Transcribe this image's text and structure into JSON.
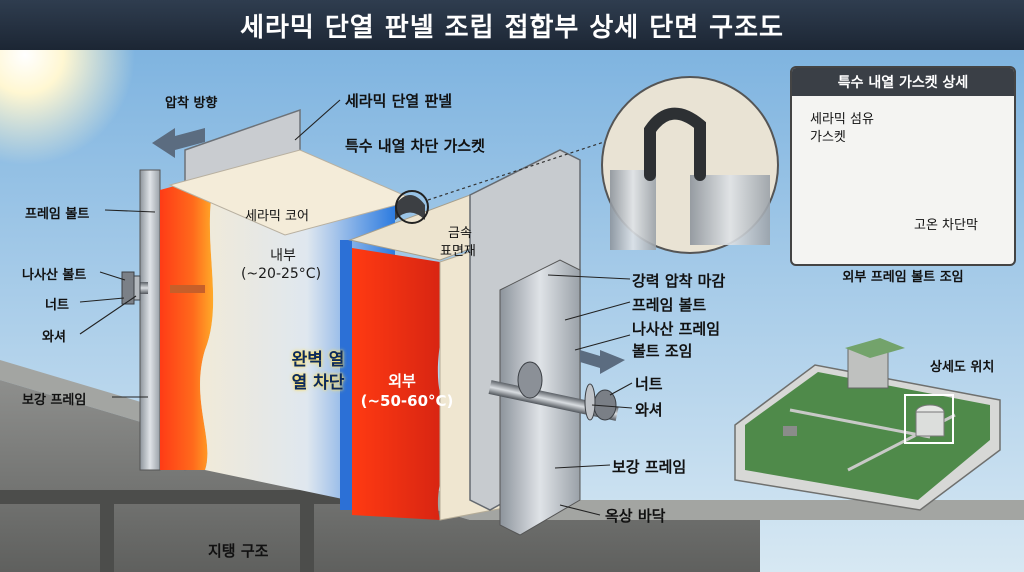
{
  "title": "세라믹 단열 판넬 조립 접합부 상세 단면 구조도",
  "labels": {
    "press_direction": "압착 방향",
    "ceramic_panel": "세라믹 단열 판넬",
    "special_gasket": "특수 내열 차단 가스켓",
    "ceramic_core": "세라믹 코어",
    "metal_surface_line1": "금속",
    "metal_surface_line2": "표면재",
    "frame_bolt_left": "프레임 볼트",
    "thread_bolt": "나사산 볼트",
    "nut_left": "너트",
    "washer_left": "와셔",
    "reinforce_frame_left": "보강 프레임",
    "support_structure": "지탱 구조",
    "inside_line1": "내부",
    "inside_line2": "(~20-25°C)",
    "block_line1": "완벽 열",
    "block_line2": "열 차단",
    "outside_line1": "외부",
    "outside_line2": "(~50-60°C)",
    "strong_finish": "강력 압착 마감",
    "frame_bolt_right": "프레임 볼트",
    "thread_frame_bolt_line1": "나사산 프레임",
    "thread_frame_bolt_line2": "볼트 조임",
    "nut_right": "너트",
    "washer_right": "와셔",
    "reinforce_frame_right": "보강 프레임",
    "roof_floor": "옥상 바닥",
    "detail_location": "상세도 위치"
  },
  "inset": {
    "heading": "특수 내열 가스켓 상세",
    "fiber_line1": "세라믹 섬유",
    "fiber_line2": "가스켓",
    "heat_film": "고온 차단막",
    "caption": "외부 프레임 볼트 조임"
  },
  "colors": {
    "hot": "#e8321e",
    "cold": "#2f7fd6",
    "core": "#efe7d4",
    "metal": "#b9bec4",
    "roof_green": "#4f8a4a",
    "title_bg": "#1f2a38"
  }
}
